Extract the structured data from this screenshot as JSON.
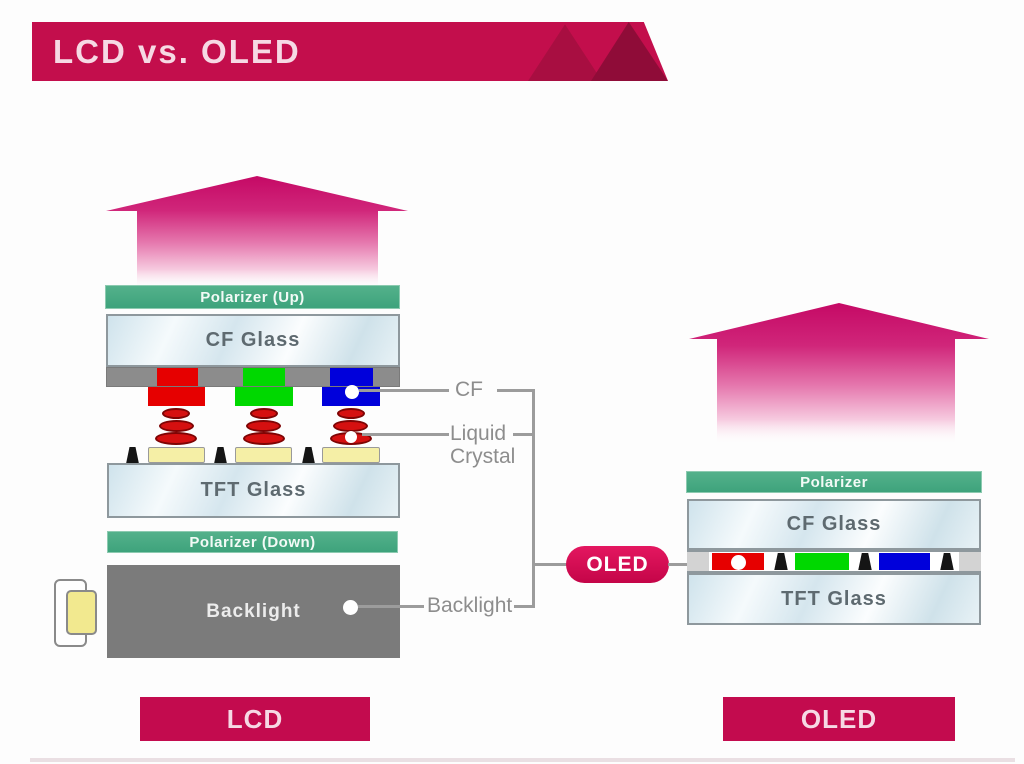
{
  "header": {
    "title": "LCD vs. OLED"
  },
  "lcd": {
    "layers": {
      "polarizer_up": "Polarizer (Up)",
      "cf_glass": "CF Glass",
      "tft_glass": "TFT Glass",
      "polarizer_down": "Polarizer (Down)",
      "backlight": "Backlight"
    },
    "caption": "LCD"
  },
  "oled": {
    "layers": {
      "polarizer": "Polarizer",
      "cf_glass": "CF Glass",
      "tft_glass": "TFT Glass"
    },
    "caption": "OLED"
  },
  "annotations": {
    "cf": "CF",
    "liquid_line1": "Liquid",
    "liquid_line2": "Crystal",
    "backlight": "Backlight",
    "oled_pill": "OLED"
  },
  "icons": {
    "lcd_arrow": "light-emission-arrow",
    "oled_arrow": "light-emission-arrow",
    "lamp": "backlight-lamp-icon",
    "connector_dot": "connector-dot"
  },
  "colors": {
    "banner-bar": "#c30e4c",
    "banner-tri-light": "#a80e41",
    "banner-tri-dark": "#8f0c38",
    "title-text": "#f6d9e4",
    "arrow-magenta": "#c50965",
    "polarizer-green": "#3ea37c",
    "glass-border": "#8e989d",
    "glass-text": "#5e6a70",
    "filter-strip-gray": "#8c8c8c",
    "backlight-gray": "#7b7b7b",
    "red": "#e60000",
    "green": "#00d800",
    "blue": "#0000db",
    "electrode-yellow": "#f5efa6",
    "tft-black": "#151515",
    "lc-red": "#d51010",
    "lc-red-border": "#7e0404",
    "line-gray": "#9c9c9c",
    "annotation-text": "#8d8d8d",
    "pill": "#c40548",
    "caption-box": "#c30b4e"
  }
}
